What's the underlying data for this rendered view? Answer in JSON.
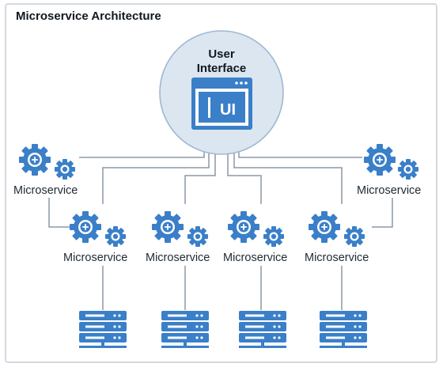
{
  "title": "Microservice Architecture",
  "ui_node": {
    "label_line1": "User",
    "label_line2": "Interface",
    "screen_text": "UI",
    "icon": "browser-window-icon"
  },
  "microservices": [
    {
      "id": "ms-1",
      "label": "Microservice",
      "icon": "gears-icon"
    },
    {
      "id": "ms-2",
      "label": "Microservice",
      "icon": "gears-icon"
    },
    {
      "id": "ms-3",
      "label": "Microservice",
      "icon": "gears-icon"
    },
    {
      "id": "ms-4",
      "label": "Microservice",
      "icon": "gears-icon"
    },
    {
      "id": "ms-5",
      "label": "Microservice",
      "icon": "gears-icon"
    },
    {
      "id": "ms-6",
      "label": "Microservice",
      "icon": "gears-icon"
    }
  ],
  "databases": [
    {
      "id": "db-1",
      "icon": "server-rack-icon"
    },
    {
      "id": "db-2",
      "icon": "server-rack-icon"
    },
    {
      "id": "db-3",
      "icon": "server-rack-icon"
    },
    {
      "id": "db-4",
      "icon": "server-rack-icon"
    }
  ],
  "colors": {
    "accent": "#3a7fc8",
    "accent_dark": "#2f6fb5",
    "circle_fill": "#dbe6f1",
    "circle_stroke": "#9fb8d0",
    "line": "#8c99a6",
    "frame": "#b9c2cc"
  }
}
